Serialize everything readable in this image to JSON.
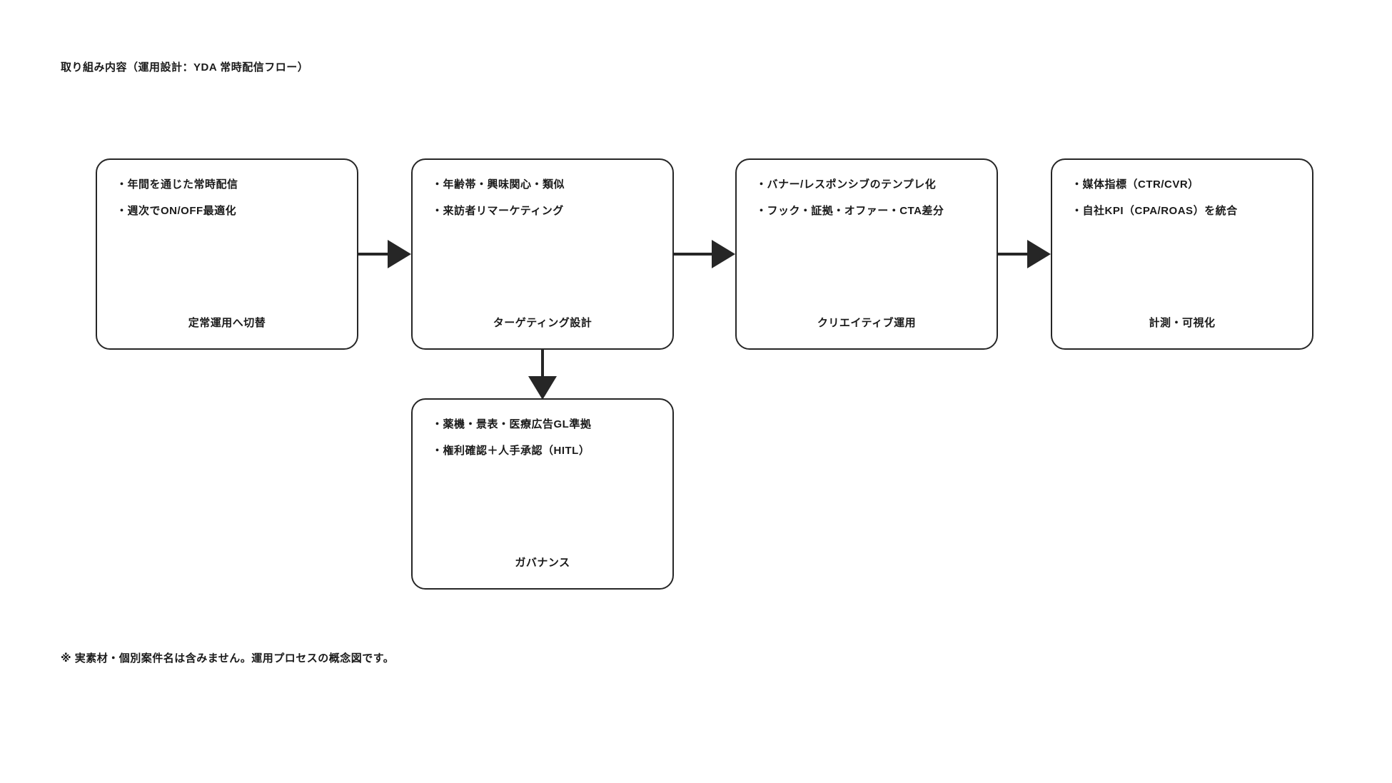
{
  "title": "取り組み内容（運用設計：YDA 常時配信フロー）",
  "footnote": "※ 実素材・個別案件名は含みません。運用プロセスの概念図です。",
  "colors": {
    "ink": "#262626",
    "background": "#ffffff"
  },
  "flow": {
    "nodes": [
      {
        "id": "steady-operation",
        "bullets": [
          "・年間を通じた常時配信",
          "・週次でON/OFF最適化"
        ],
        "label": "定常運用へ切替"
      },
      {
        "id": "targeting-design",
        "bullets": [
          "・年齢帯・興味関心・類似",
          "・来訪者リマーケティング"
        ],
        "label": "ターゲティング設計"
      },
      {
        "id": "creative-operation",
        "bullets": [
          "・バナー/レスポンシブのテンプレ化",
          "・フック・証拠・オファー・CTA差分"
        ],
        "label": "クリエイティブ運用"
      },
      {
        "id": "measurement-visualization",
        "bullets": [
          "・媒体指標（CTR/CVR）",
          "・自社KPI（CPA/ROAS）を統合"
        ],
        "label": "計測・可視化"
      },
      {
        "id": "governance",
        "bullets": [
          "・薬機・景表・医療広告GL準拠",
          "・権利確認＋人手承認（HITL）"
        ],
        "label": "ガバナンス"
      }
    ],
    "connections": [
      {
        "from": "steady-operation",
        "to": "targeting-design",
        "direction": "right"
      },
      {
        "from": "targeting-design",
        "to": "creative-operation",
        "direction": "right"
      },
      {
        "from": "creative-operation",
        "to": "measurement-visualization",
        "direction": "right"
      },
      {
        "from": "targeting-design",
        "to": "governance",
        "direction": "down"
      }
    ]
  }
}
